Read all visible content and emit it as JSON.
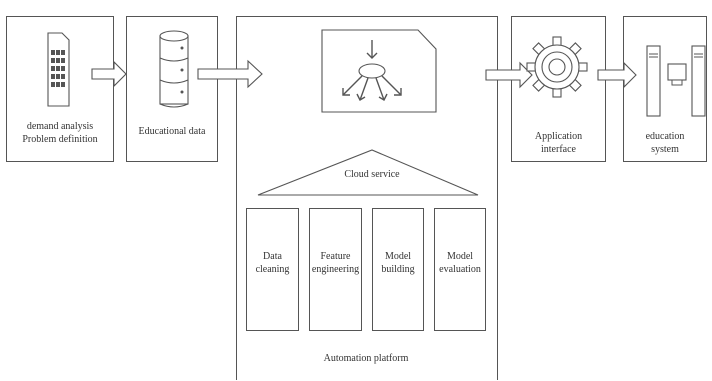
{
  "stages": {
    "demand": {
      "label": "demand analysis\nProblem definition",
      "icon": "sim-card-icon"
    },
    "data": {
      "label": "Educational data",
      "icon": "database-icon"
    },
    "platform": {
      "label": "Automation platform",
      "icon": "workflow-hub-icon",
      "cloud_label": "Cloud service",
      "modules": [
        {
          "label": "Data\ncleaning"
        },
        {
          "label": "Feature\nengineering"
        },
        {
          "label": "Model\nbuilding"
        },
        {
          "label": "Model\nevaluation"
        }
      ]
    },
    "interface": {
      "label": "Application\ninterface",
      "icon": "gear-icon"
    },
    "system": {
      "label": "education\nsystem",
      "icon": "computer-system-icon"
    }
  },
  "colors": {
    "stroke": "#555555",
    "text": "#333333",
    "background": "#ffffff"
  }
}
